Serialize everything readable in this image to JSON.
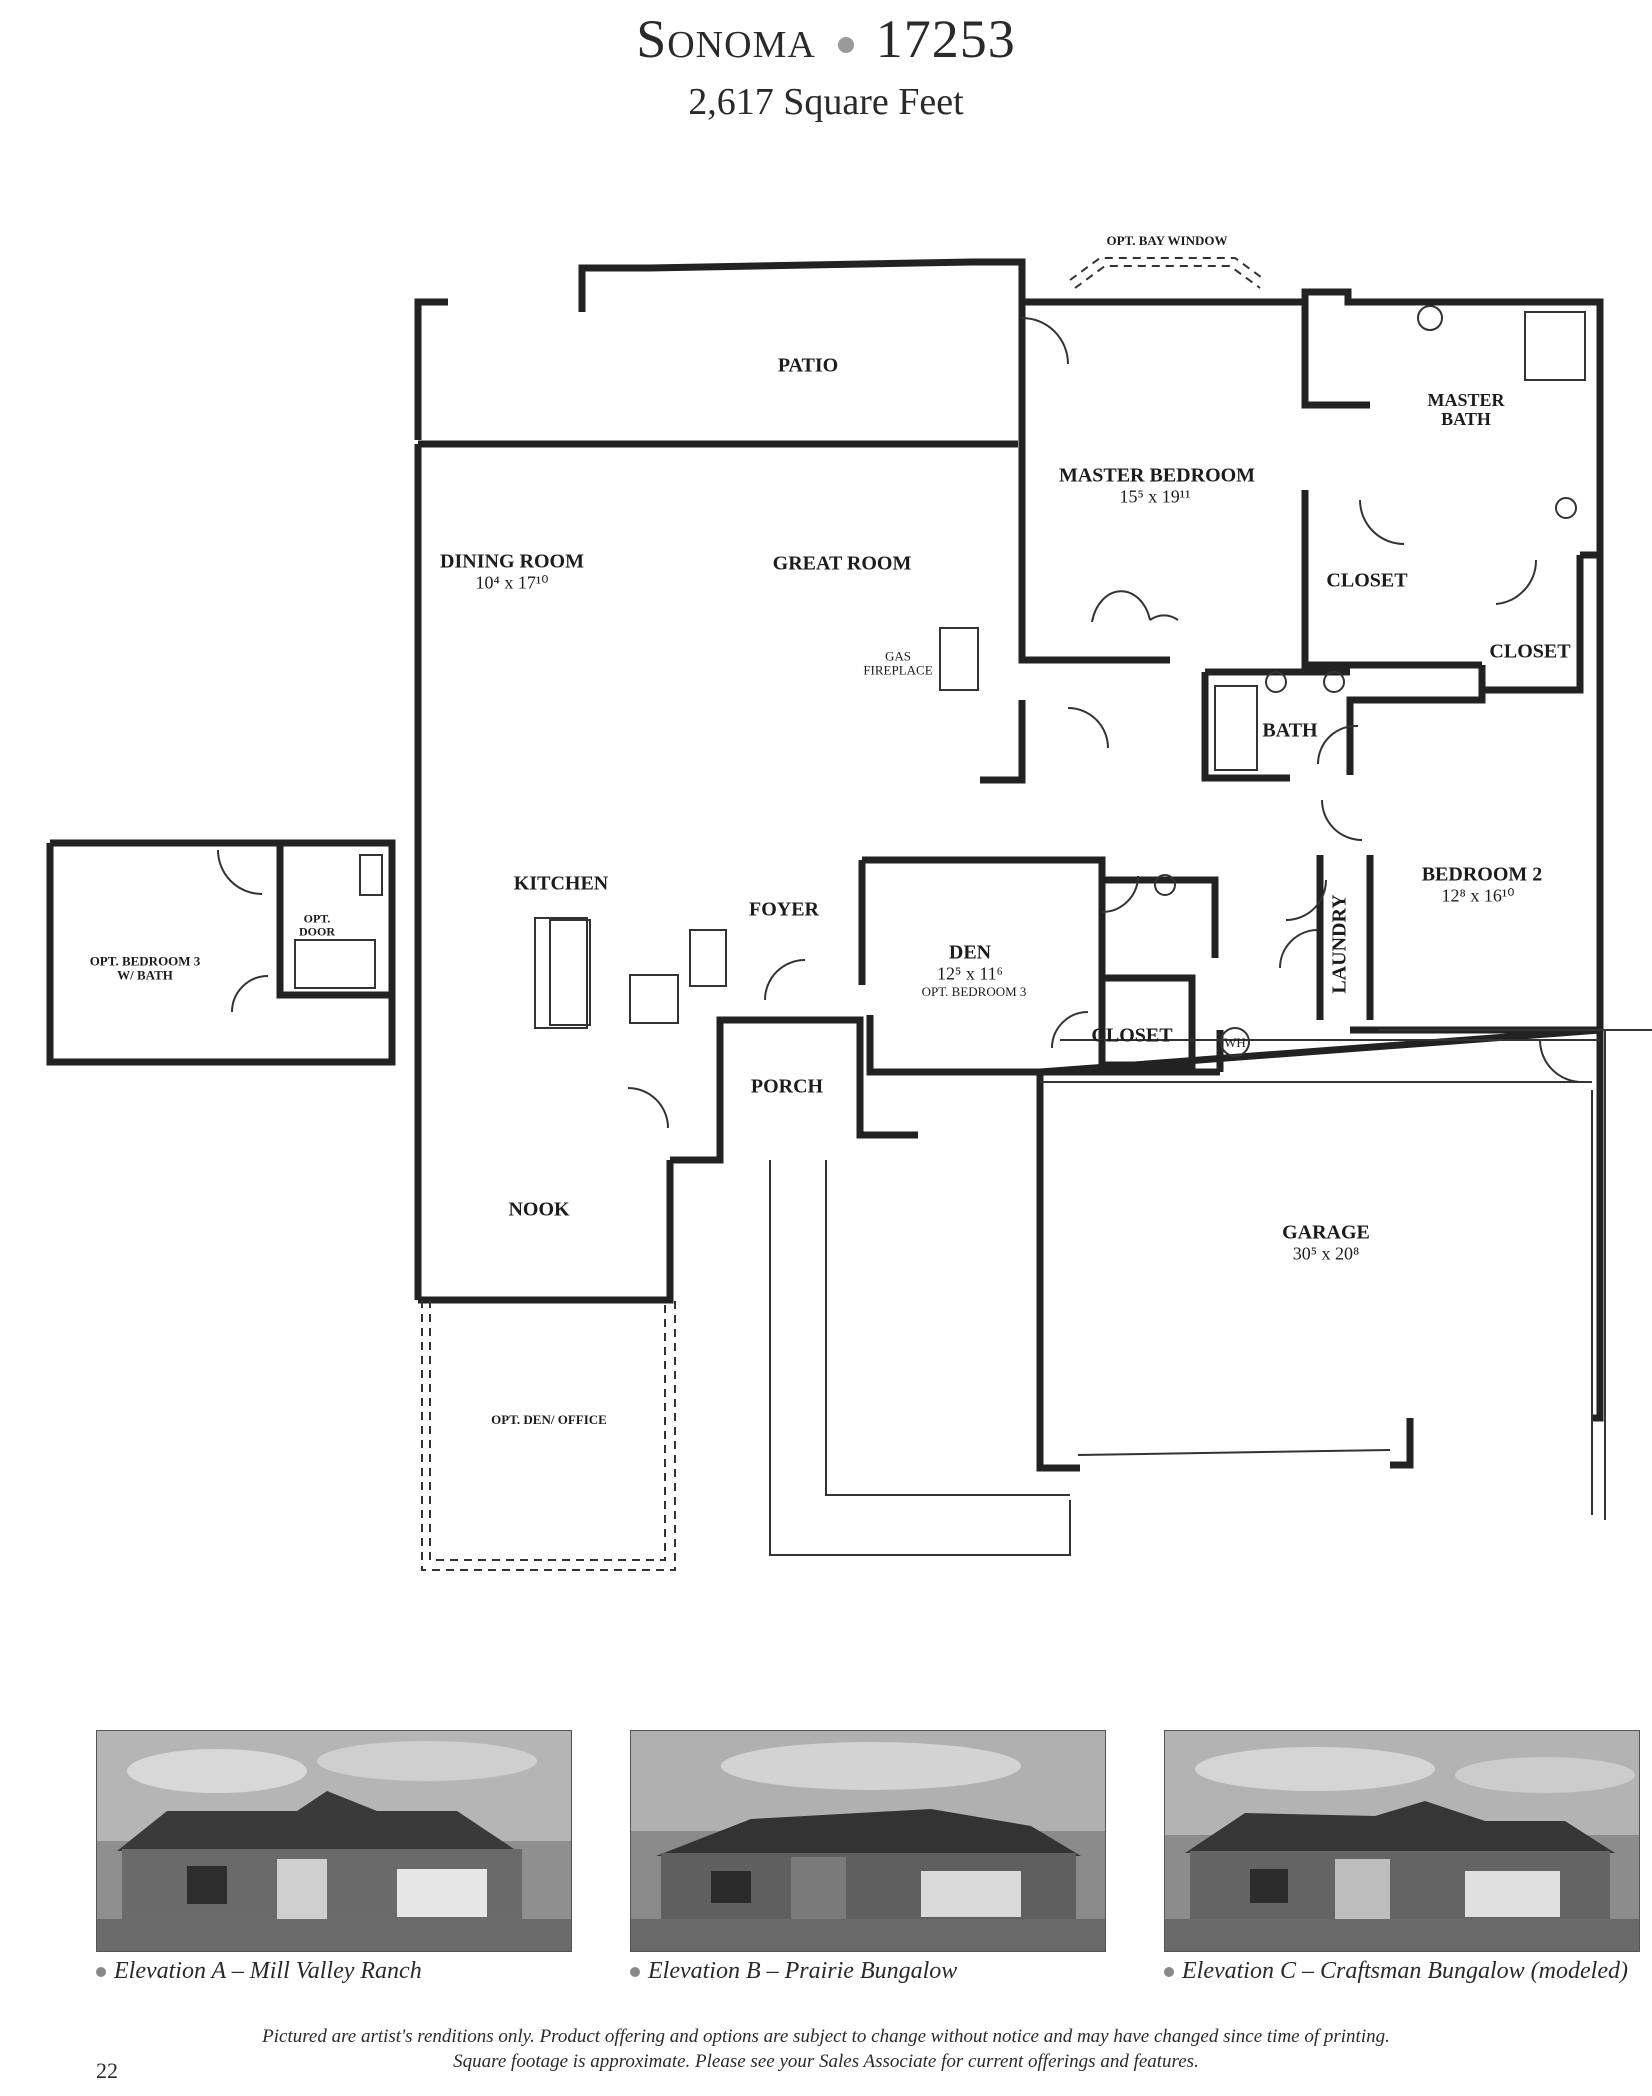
{
  "header": {
    "plan_name": "Sonoma",
    "plan_number": "17253",
    "square_feet": "2,617 Square Feet"
  },
  "rooms": {
    "opt_bay_window": "OPT. BAY WINDOW",
    "patio": "PATIO",
    "master_bath": "MASTER\nBATH",
    "master_bedroom": "MASTER BEDROOM",
    "master_bedroom_dim": "15⁵ x 19¹¹",
    "dining_room": "DINING ROOM",
    "dining_room_dim": "10⁴ x 17¹⁰",
    "great_room": "GREAT ROOM",
    "closet_master_left": "CLOSET",
    "closet_master_right": "CLOSET",
    "gas_fireplace": "GAS\nFIREPLACE",
    "bath": "BATH",
    "kitchen": "KITCHEN",
    "foyer": "FOYER",
    "den": "DEN",
    "den_dim": "12⁵ x 11⁶",
    "den_opt": "OPT. BEDROOM 3",
    "bedroom_2": "BEDROOM 2",
    "bedroom_2_dim": "12⁸ x 16¹⁰",
    "laundry": "LAUNDRY",
    "closet_den": "CLOSET",
    "water_heater": "WH",
    "porch": "PORCH",
    "nook": "NOOK",
    "garage": "GARAGE",
    "garage_dim": "30⁵ x 20⁸",
    "opt_den_office": "OPT. DEN/ OFFICE",
    "opt_bedroom_3": "OPT. BEDROOM 3\nW/ BATH",
    "opt_door": "OPT.\nDOOR"
  },
  "elevations": [
    {
      "caption": "Elevation A – Mill Valley Ranch"
    },
    {
      "caption": "Elevation B – Prairie Bungalow"
    },
    {
      "caption": "Elevation C – Craftsman Bungalow (modeled)"
    }
  ],
  "footer": {
    "disclaimer_line1": "Pictured are artist's renditions only. Product offering and options are subject to change without notice and may have changed since time of printing.",
    "disclaimer_line2": "Square footage is approximate. Please see your Sales Associate for current offerings and features.",
    "page_number": "22"
  }
}
